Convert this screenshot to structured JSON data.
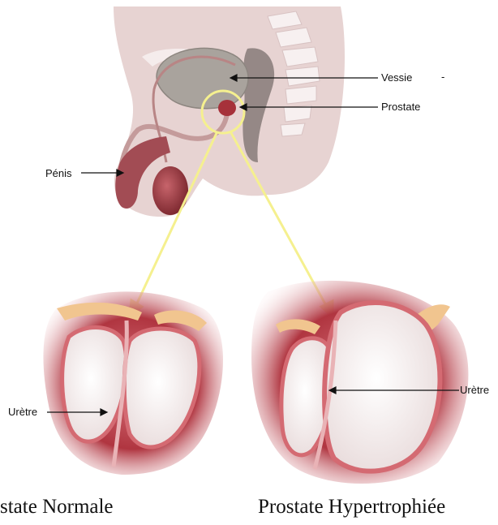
{
  "labels": {
    "vessie": "Vessie",
    "vessie_dash": "-",
    "prostate": "Prostate",
    "penis": "Pénis",
    "urethra_left": "Urètre",
    "urethra_right": "Urètre"
  },
  "captions": {
    "normal": "state Normale",
    "hypertrophied": "Prostate Hypertrophiée"
  },
  "colors": {
    "skin": "#e7d3d2",
    "bladder": "#a9a39d",
    "tissue_dark": "#8c1a22",
    "tissue_mid": "#cd6a70",
    "gland_fill": "#f6eeee",
    "highlight_ring": "#f5f08f",
    "fat": "#f1c58f"
  }
}
